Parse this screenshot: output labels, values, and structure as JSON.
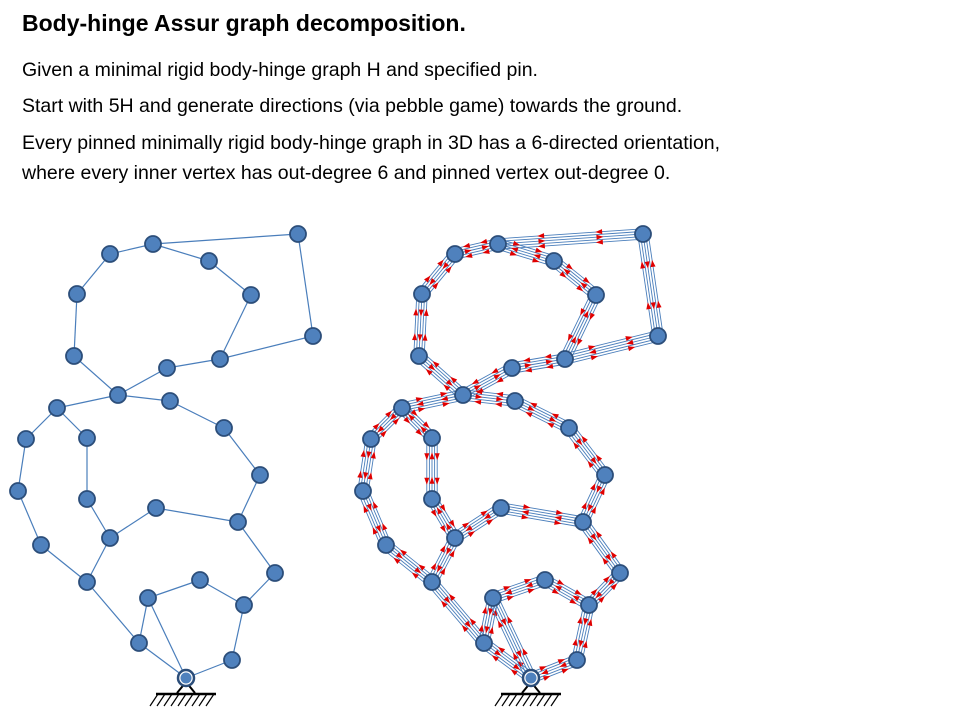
{
  "slide": {
    "title": "Body-hinge Assur graph decomposition.",
    "lines": [
      "Given a minimal rigid body-hinge graph H and specified pin.",
      "Start with 5H and generate directions (via pebble game) towards the ground.",
      "Every pinned minimally rigid body-hinge graph in 3D has a 6-directed orientation,",
      "where every inner vertex has out-degree 6 and pinned vertex out-degree 0."
    ]
  },
  "colors": {
    "node_fill": "#4f81bd",
    "node_stroke": "#2c4e7a",
    "edge": "#4a7ebb",
    "arrow": "#e00000",
    "ground": "#000000"
  },
  "graph": {
    "nodes": [
      "n1",
      "n2",
      "n3",
      "n4",
      "n5",
      "n6",
      "n7",
      "n8",
      "n9",
      "n10",
      "n11",
      "n12",
      "n13",
      "n14",
      "n15",
      "n16",
      "n17",
      "n18",
      "n19",
      "n20",
      "n21",
      "n22",
      "n23",
      "n24",
      "n25",
      "n26",
      "n27",
      "n28",
      "n29",
      "n30",
      "n31",
      "n32"
    ],
    "edges": [
      [
        "n1",
        "n2"
      ],
      [
        "n2",
        "n3"
      ],
      [
        "n3",
        "n4"
      ],
      [
        "n4",
        "n5"
      ],
      [
        "n5",
        "n6"
      ],
      [
        "n6",
        "n7"
      ],
      [
        "n7",
        "n8"
      ],
      [
        "n8",
        "n9"
      ],
      [
        "n9",
        "n10"
      ],
      [
        "n10",
        "n11"
      ],
      [
        "n11",
        "n12"
      ],
      [
        "n12",
        "n13"
      ],
      [
        "n2",
        "n14"
      ],
      [
        "n14",
        "n15"
      ],
      [
        "n15",
        "n16"
      ],
      [
        "n16",
        "n17"
      ],
      [
        "n17",
        "n18"
      ],
      [
        "n18",
        "n19"
      ],
      [
        "n19",
        "n20"
      ],
      [
        "n20",
        "n21"
      ],
      [
        "n21",
        "n22"
      ],
      [
        "n22",
        "n23"
      ],
      [
        "n23",
        "n24"
      ],
      [
        "n24",
        "n32"
      ],
      [
        "n14",
        "n25"
      ],
      [
        "n25",
        "n26"
      ],
      [
        "n26",
        "n27"
      ],
      [
        "n27",
        "n28"
      ],
      [
        "n28",
        "n22"
      ],
      [
        "n27",
        "n29"
      ],
      [
        "n29",
        "n30"
      ],
      [
        "n30",
        "n31"
      ],
      [
        "n31",
        "n32"
      ],
      [
        "n20",
        "n18"
      ]
    ],
    "pinned": "n32"
  }
}
